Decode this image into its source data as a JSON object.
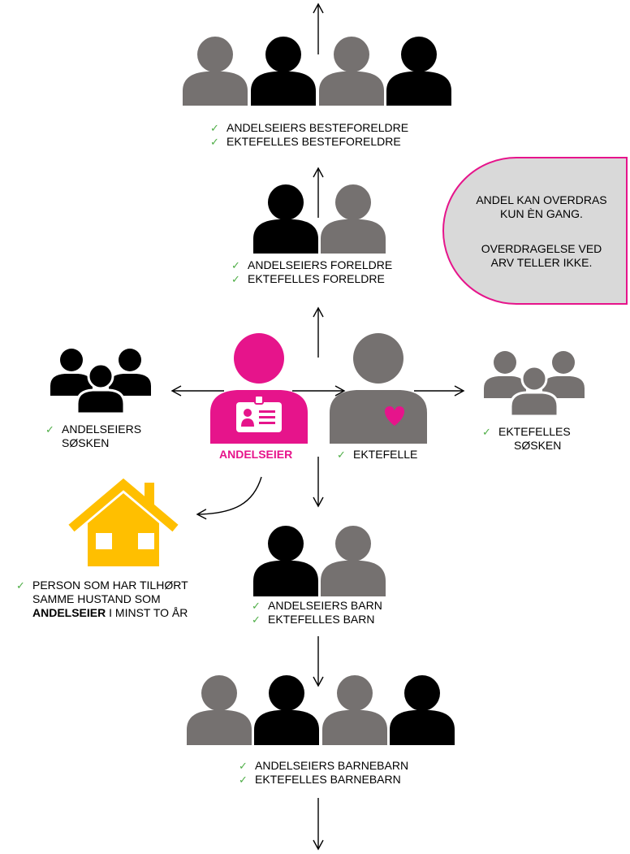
{
  "colors": {
    "dark": "#000000",
    "gray": "#757170",
    "pink": "#e6148b",
    "yellow": "#ffbf00",
    "check": "#4fae47",
    "note_fill": "#d9d9d9"
  },
  "check_mark": "✓",
  "grandparents": {
    "lines": [
      "ANDELSEIERS BESTEFORELDRE",
      "EKTEFELLES BESTEFORELDRE"
    ]
  },
  "parents": {
    "lines": [
      "ANDELSEIERS FORELDRE",
      "EKTEFELLES FORELDRE"
    ]
  },
  "note": {
    "line1": "ANDEL KAN OVERDRAS",
    "line2": "KUN ÈN GANG.",
    "line3": "OVERDRAGELSE VED",
    "line4": "ARV TELLER IKKE."
  },
  "owner_siblings": {
    "line1": "ANDELSEIERS",
    "line2": "SØSKEN"
  },
  "owner": {
    "label": "ANDELSEIER"
  },
  "spouse": {
    "label": "EKTEFELLE"
  },
  "spouse_siblings": {
    "line1": "EKTEFELLES",
    "line2": "SØSKEN"
  },
  "household": {
    "line1": "PERSON SOM HAR TILHØRT",
    "line2": "SAMME HUSTAND SOM",
    "line3_bold": "ANDELSEIER",
    "line3_rest": " I MINST TO ÅR"
  },
  "children": {
    "lines": [
      "ANDELSEIERS BARN",
      "EKTEFELLES BARN"
    ]
  },
  "grandchildren": {
    "lines": [
      "ANDELSEIERS BARNEBARN",
      "EKTEFELLES BARNEBARN"
    ]
  }
}
